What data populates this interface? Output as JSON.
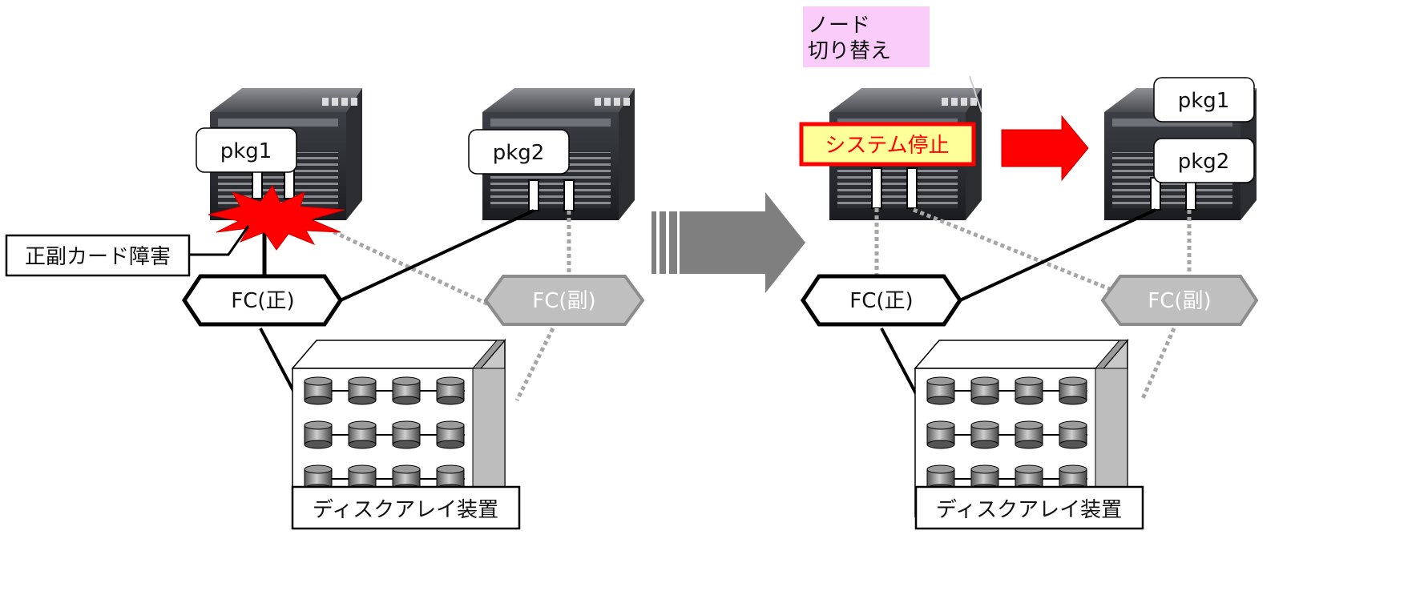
{
  "left": {
    "pkg1": "pkg1",
    "pkg2": "pkg2",
    "fc_primary": "FC(正)",
    "fc_secondary": "FC(副)",
    "failure_label": "正副カード障害",
    "disk_label": "ディスクアレイ装置"
  },
  "right": {
    "node_switch_line1": "ノード",
    "node_switch_line2": "切り替え",
    "system_stop": "システム停止",
    "pkg1": "pkg1",
    "pkg2": "pkg2",
    "fc_primary": "FC(正)",
    "fc_secondary": "FC(副)",
    "disk_label": "ディスクアレイ装置"
  },
  "colors": {
    "failure_red": "#ff0000",
    "stop_fill": "#ffff99",
    "stop_border": "#ff0000",
    "note_pink": "#f9ccf9",
    "arrow_gray": "#7f7f7f",
    "fc_inactive": "#a6a6a6"
  }
}
